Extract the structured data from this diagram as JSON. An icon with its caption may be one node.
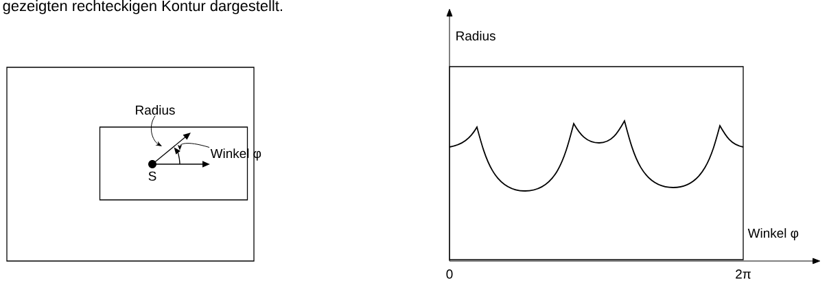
{
  "diagram": {
    "nodes": [
      {
        "text": [],
        "shape": "box"
      },
      {
        "text": [],
        "shape": "box",
        "in": 0
      },
      {
        "text": [],
        "shape": "circle",
        "in": 1,
        "beside": [
          "S"
        ]
      },
      {
        "text": [
          "Radius"
        ],
        "in": 0
      },
      {
        "text": [
          "Winkel φ"
        ],
        "in": 1
      }
    ],
    "edges": [
      {
        "from": 3,
        "to": null,
        "arrow": "to"
      },
      {
        "from": 4,
        "to": null,
        "arrow": "to"
      }
    ],
    "labels": [
      "gezeigten rechteckigen Kontur dargestellt.",
      "Radius",
      "Winkel φ",
      "0",
      "2π"
    ]
  }
}
